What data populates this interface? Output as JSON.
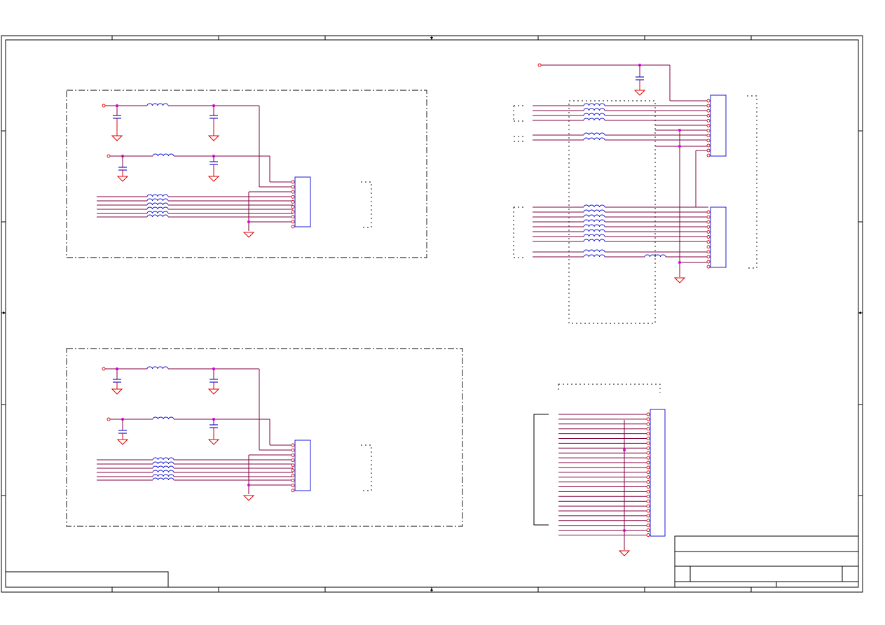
{
  "sheet": {
    "type": "schematic",
    "colors": {
      "frame": "#000000",
      "wire": "#800040",
      "ground": "#e00000",
      "component": "#1a1ad6",
      "pin": "#e00000",
      "junction": "#e000e0"
    }
  },
  "blocks": [
    {
      "id": "top-left-filter",
      "connector_pins": 10,
      "filtered_power_rails": 2,
      "signal_lines": 6
    },
    {
      "id": "bottom-left-filter",
      "connector_pins": 10,
      "filtered_power_rails": 2,
      "signal_lines": 6
    },
    {
      "id": "top-right-upper-connector",
      "connector_pins": 12
    },
    {
      "id": "top-right-lower-connector",
      "connector_pins": 12
    },
    {
      "id": "bottom-right-connector",
      "connector_pins": 26
    }
  ]
}
